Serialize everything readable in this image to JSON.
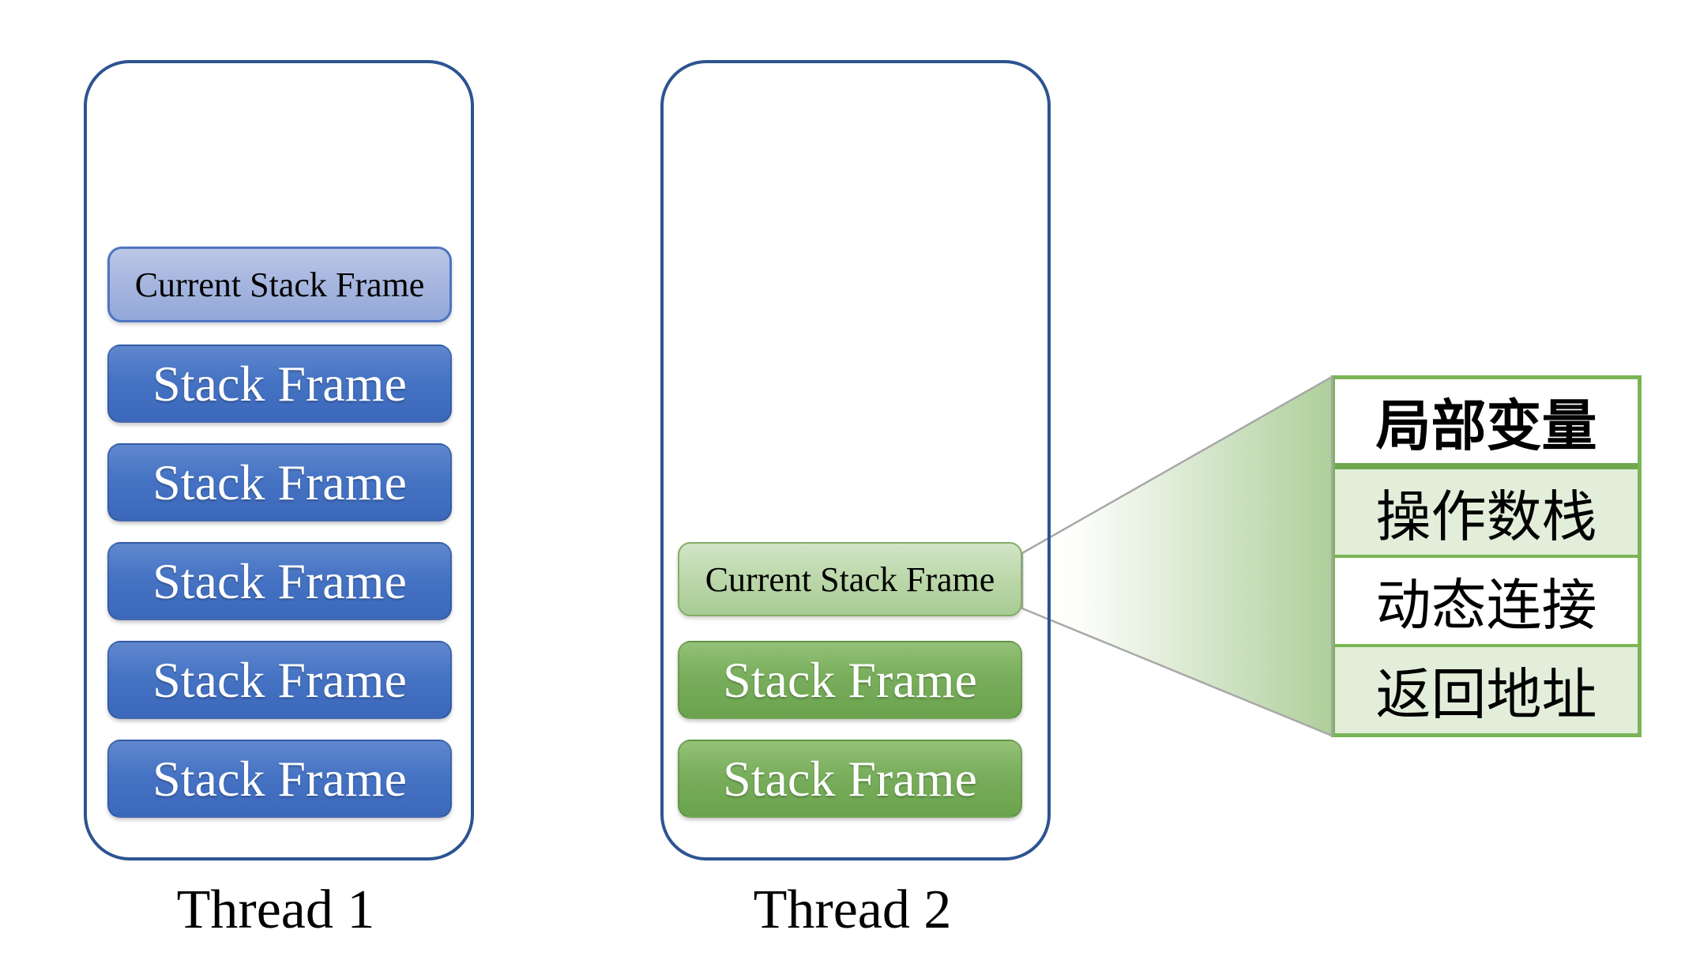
{
  "threads": [
    {
      "label": "Thread 1",
      "current_frame_label": "Current Stack Frame",
      "frames": [
        "Stack Frame",
        "Stack Frame",
        "Stack Frame",
        "Stack Frame",
        "Stack Frame"
      ],
      "scheme": "blue"
    },
    {
      "label": "Thread 2",
      "current_frame_label": "Current Stack Frame",
      "frames": [
        "Stack Frame",
        "Stack Frame"
      ],
      "scheme": "green"
    }
  ],
  "frame_structure_table": {
    "rows": [
      {
        "label": "局部变量",
        "emphasis": true
      },
      {
        "label": "操作数栈",
        "emphasis": false
      },
      {
        "label": "动态连接",
        "emphasis": false
      },
      {
        "label": "返回地址",
        "emphasis": false
      }
    ]
  },
  "colors": {
    "container_border": "#2d5491",
    "blue_frame_top": "#5f88cd",
    "blue_frame_bottom": "#3b68ba",
    "light_blue_top": "#bcc7e7",
    "light_blue_bottom": "#93a9da",
    "green_frame_top": "#93c178",
    "green_frame_bottom": "#6ba34d",
    "light_green_top": "#d2e5c6",
    "light_green_bottom": "#a7cb94",
    "table_border": "#7ab557",
    "table_header_separator": "#6fa84e",
    "table_row_alt_bg": "#e2eeda",
    "funnel_gradient_end": "#aecf9a",
    "funnel_outline": "#a8a8a8"
  }
}
